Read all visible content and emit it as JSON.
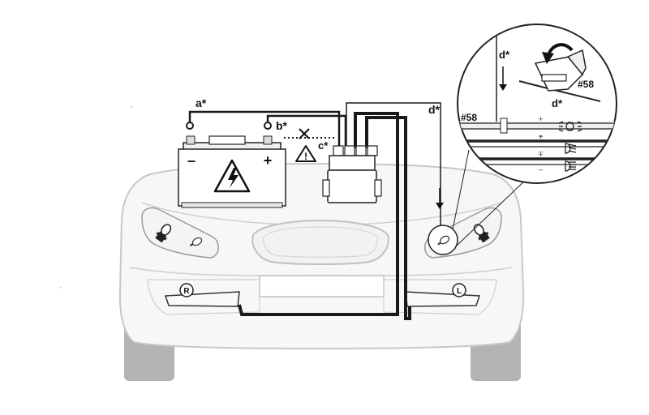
{
  "diagram": {
    "labels": {
      "a": "a*",
      "b": "b*",
      "c": "c*",
      "d_main": "d*",
      "d_inset_top": "d*",
      "d_inset_clip": "d*",
      "circuit_58_inset": "#58",
      "circuit_58_wire": "#58",
      "battery_minus": "–",
      "battery_plus": "+",
      "fog_right": "R",
      "fog_left": "L"
    },
    "inset_wire_polarity": [
      {
        "pos": "+",
        "neg": "–"
      },
      {
        "pos": "+",
        "neg": "–"
      },
      {
        "pos": "+",
        "neg": "–"
      }
    ],
    "colors": {
      "wire": "#1a1a1a",
      "car_outline": "#c8c8c8",
      "tire": "#b3b3b3",
      "car_body": "#f7f7f7",
      "component": "#eeeeee"
    }
  }
}
